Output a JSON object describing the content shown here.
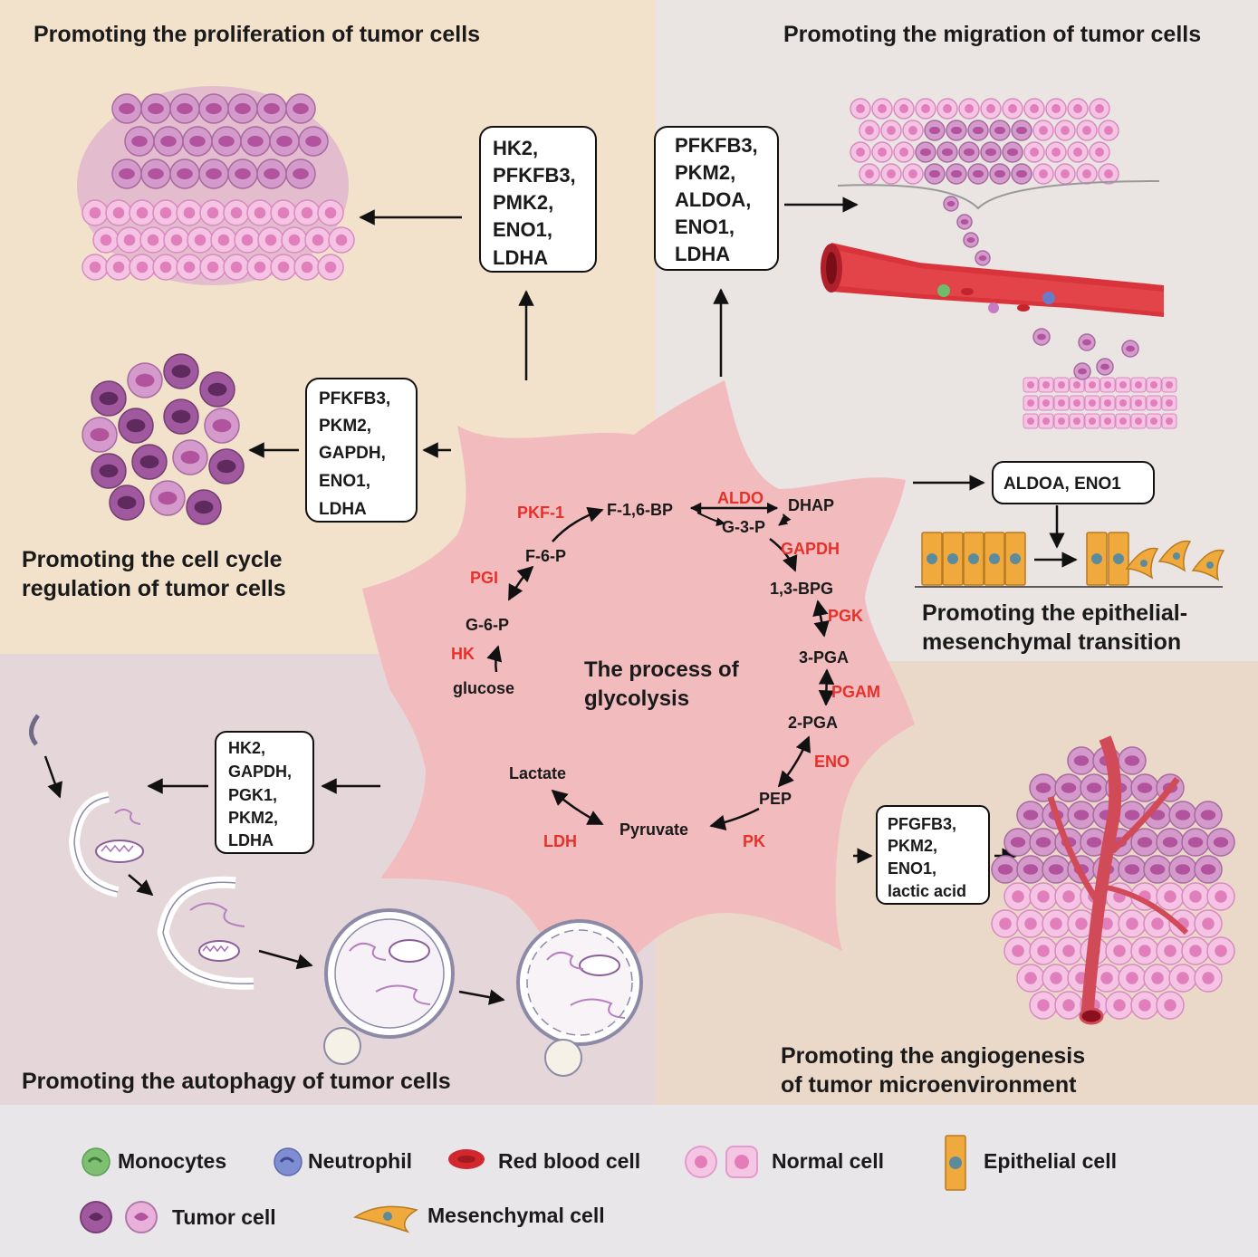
{
  "colors": {
    "panel_tan": "#f2e1cb",
    "panel_grey": "#eae4e2",
    "panel_mauve": "#e5d6d9",
    "panel_beige": "#ead8c9",
    "legend_bg": "#e8e6e9",
    "cell_blob": "#f2bcbf",
    "enzyme_red": "#e8302a",
    "tumor_purple": "#a0589e",
    "normal_pink": "#f3b8dc"
  },
  "titles": {
    "proliferation": "Promoting the proliferation of tumor cells",
    "migration": "Promoting the migration of tumor cells",
    "cell_cycle_1": "Promoting the cell cycle",
    "cell_cycle_2": "regulation of tumor cells",
    "emt_1": "Promoting the epithelial-",
    "emt_2": "mesenchymal transition",
    "autophagy": "Promoting the autophagy of tumor cells",
    "angio_1": "Promoting the angiogenesis",
    "angio_2": "of tumor microenvironment"
  },
  "boxes": {
    "proliferation": [
      "HK2,",
      "PFKFB3,",
      "PMK2,",
      "ENO1,",
      "LDHA"
    ],
    "migration": [
      "PFKFB3,",
      "PKM2,",
      "ALDOA,",
      "ENO1,",
      "LDHA"
    ],
    "cell_cycle": [
      "PFKFB3,",
      "PKM2,",
      "GAPDH,",
      "ENO1,",
      "LDHA"
    ],
    "emt": [
      "ALDOA, ENO1"
    ],
    "autophagy": [
      "HK2,",
      "GAPDH,",
      "PGK1,",
      "PKM2,",
      "LDHA"
    ],
    "angiogenesis": [
      "PFGFB3,",
      "PKM2,",
      "ENO1,",
      "lactic acid"
    ]
  },
  "glycolysis": {
    "center_1": "The process of",
    "center_2": "glycolysis",
    "metabolites": {
      "glucose": "glucose",
      "g6p": "G-6-P",
      "f6p": "F-6-P",
      "f16bp": "F-1,6-BP",
      "dhap": "DHAP",
      "g3p": "G-3-P",
      "bpg13": "1,3-BPG",
      "pga3": "3-PGA",
      "pga2": "2-PGA",
      "pep": "PEP",
      "pyruvate": "Pyruvate",
      "lactate": "Lactate"
    },
    "enzymes": {
      "hk": "HK",
      "pgi": "PGI",
      "pkf1": "PKF-1",
      "aldo": "ALDO",
      "gapdh": "GAPDH",
      "pgk": "PGK",
      "pgam": "PGAM",
      "eno": "ENO",
      "pk": "PK",
      "ldh": "LDH"
    }
  },
  "legend": {
    "monocytes": "Monocytes",
    "neutrophil": "Neutrophil",
    "red_blood_cell": "Red blood cell",
    "normal_cell": "Normal cell",
    "epithelial_cell": "Epithelial cell",
    "tumor_cell": "Tumor cell",
    "mesenchymal_cell": "Mesenchymal cell"
  }
}
